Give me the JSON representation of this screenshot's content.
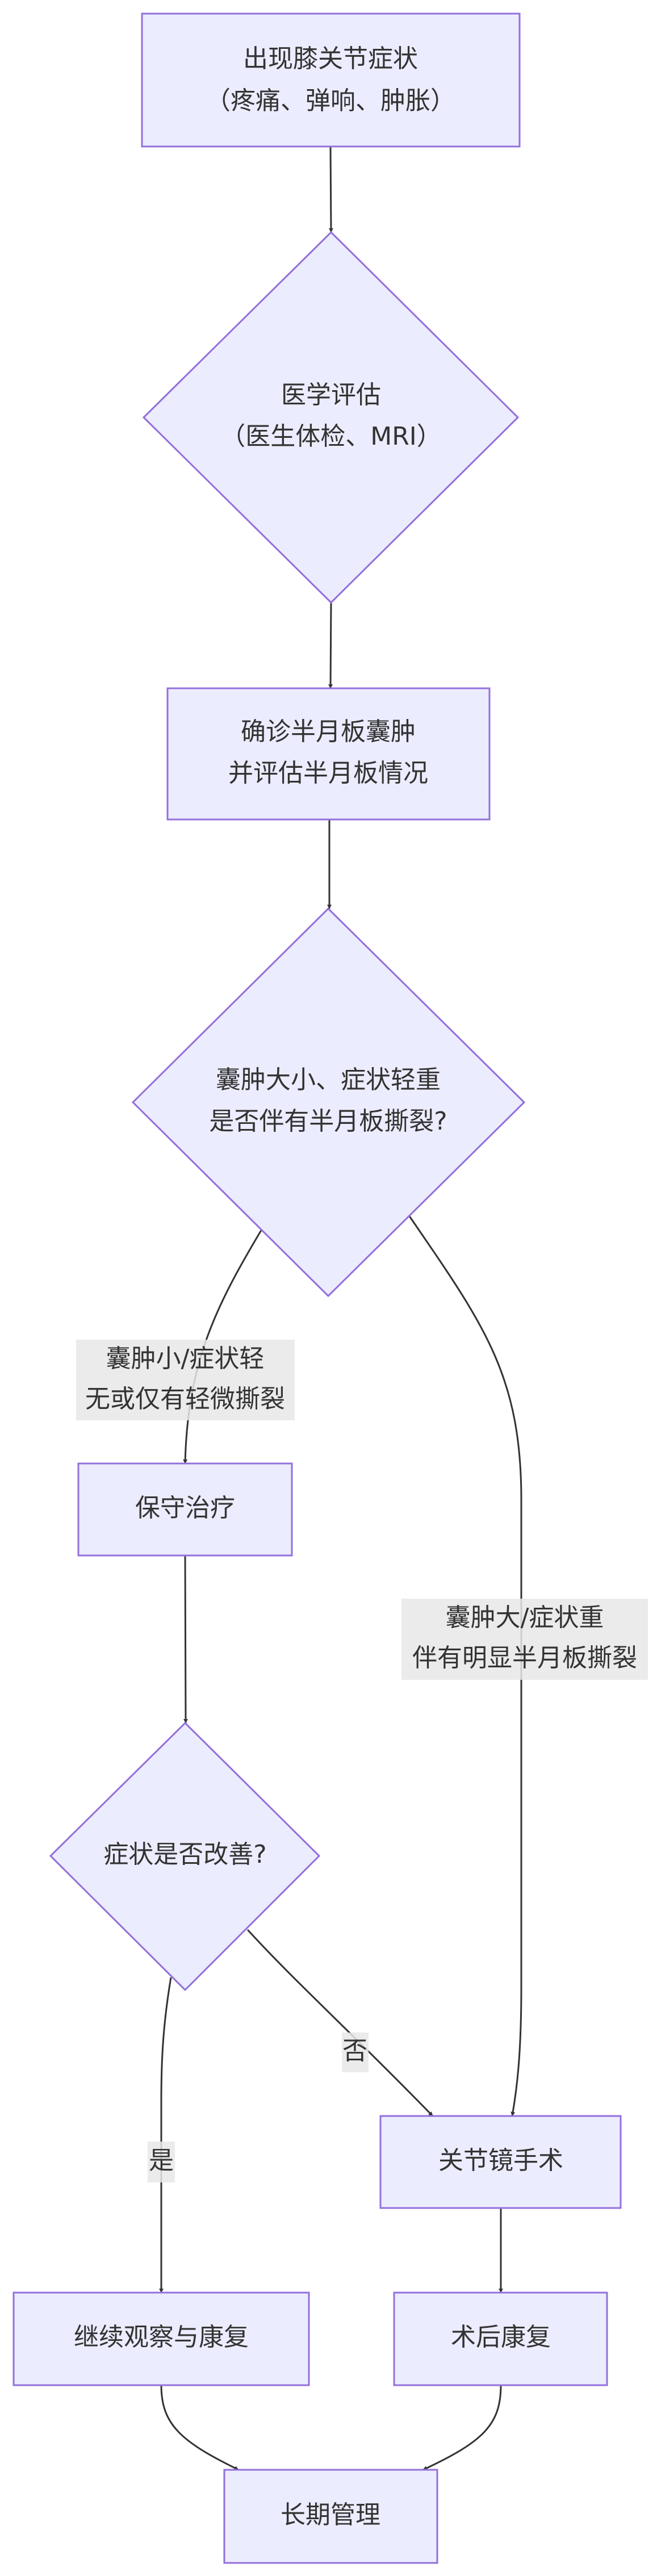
{
  "colors": {
    "node_fill": "#ECECFF",
    "node_stroke": "#9370DB",
    "edge": "#333333",
    "label_bg": "#e8e8e8",
    "text": "#333333"
  },
  "nodes": {
    "symptoms": {
      "line1": "出现膝关节症状",
      "line2": "（疼痛、弹响、肿胀）"
    },
    "assessment": {
      "line1": "医学评估",
      "line2": "（医生体检、MRI）"
    },
    "diagnosis": {
      "line1": "确诊半月板囊肿",
      "line2": "并评估半月板情况"
    },
    "severity": {
      "line1": "囊肿大小、症状轻重",
      "line2": "是否伴有半月板撕裂?"
    },
    "conservative": {
      "line1": "保守治疗"
    },
    "improved": {
      "line1": "症状是否改善?"
    },
    "arthroscopy": {
      "line1": "关节镜手术"
    },
    "observe": {
      "line1": "继续观察与康复"
    },
    "postop": {
      "line1": "术后康复"
    },
    "longterm": {
      "line1": "长期管理"
    }
  },
  "edges": {
    "mild": {
      "line1": "囊肿小/症状轻",
      "line2": "无或仅有轻微撕裂"
    },
    "severe": {
      "line1": "囊肿大/症状重",
      "line2": "伴有明显半月板撕裂"
    },
    "no": "否",
    "yes": "是"
  }
}
